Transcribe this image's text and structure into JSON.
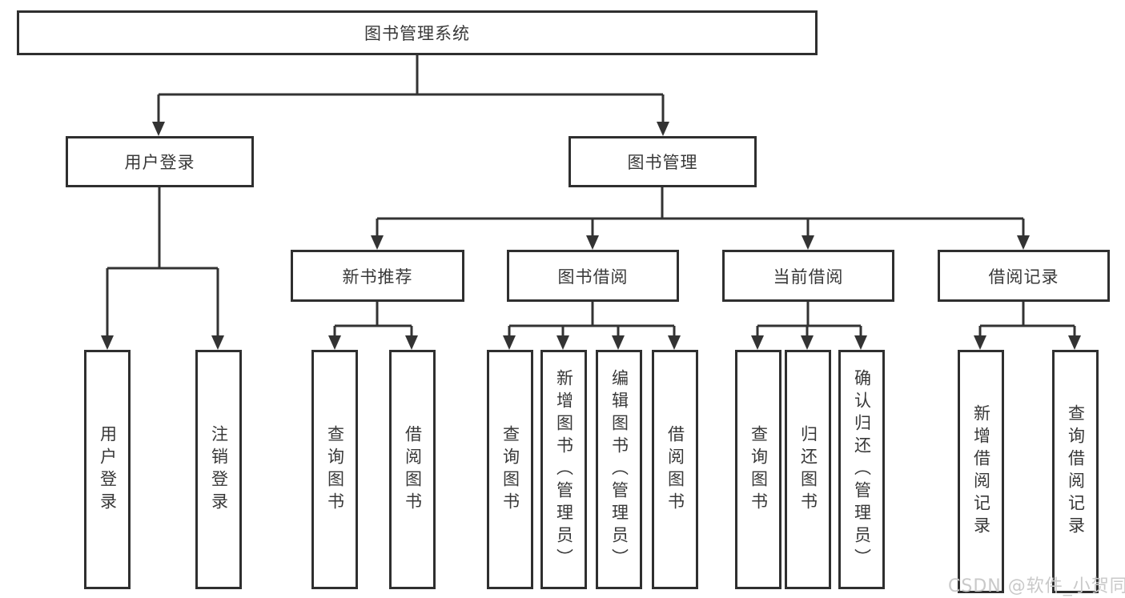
{
  "diagram": {
    "title": "图书管理系统",
    "level2": [
      {
        "label": "用户登录"
      },
      {
        "label": "图书管理"
      }
    ],
    "level3": [
      {
        "label": "新书推荐"
      },
      {
        "label": "图书借阅"
      },
      {
        "label": "当前借阅"
      },
      {
        "label": "借阅记录"
      }
    ],
    "leaves": {
      "user_login": [
        "用户登录",
        "注销登录"
      ],
      "new_book_recommend": [
        "查询图书",
        "借阅图书"
      ],
      "book_borrow": [
        "查询图书",
        "新增图书（管理员）",
        "编辑图书（管理员）",
        "借阅图书"
      ],
      "current_borrow": [
        "查询图书",
        "归还图书",
        "确认归还（管理员）"
      ],
      "borrow_record": [
        "新增借阅记录",
        "查询借阅记录"
      ]
    }
  },
  "watermark": {
    "text": "CSDN @软件_小贺同学"
  },
  "colors": {
    "line": "#333333",
    "box_border": "#2f2f2f",
    "text": "#383838",
    "watermark": "#c9c9c9",
    "background": "#ffffff"
  }
}
